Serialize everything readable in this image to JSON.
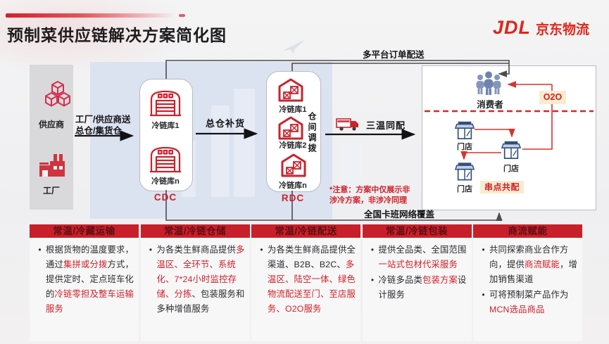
{
  "page": {
    "title": "预制菜供应链解决方案简化图"
  },
  "logo": {
    "jdl": "JDL",
    "name": "京东物流"
  },
  "flow": {
    "supplier_label": "供应商",
    "factory_label": "工厂",
    "arrow1_line1": "工厂/供应商送",
    "arrow1_line2": "总仓/集货仓",
    "cdc": {
      "label": "CDC",
      "warehouses": [
        "冷链库1",
        "冷链库n"
      ]
    },
    "arrow2_label": "总仓补货",
    "rdc": {
      "label": "RDC",
      "warehouses": [
        "冷链库1",
        "冷链库2",
        "冷链库n"
      ],
      "transfer_label": "仓间调拨"
    },
    "arrow3_label": "三温同配",
    "top_route_label": "多平台订单配送",
    "bottom_route_label": "全国卡班网络覆盖",
    "note_line1": "*注意：方案中仅展示非",
    "note_line2": "涉冷方案，非涉冷同理",
    "consumer_label": "消费者",
    "o2o_label": "O2O",
    "store1_label": "门店",
    "store2_label": "门店",
    "store3_label": "门店",
    "multi_stop_label": "串点共配"
  },
  "colors": {
    "brand_red": "#e1251b",
    "header_red": "#c8202b",
    "highlight_red": "#d02028",
    "panel_blue": "#dbe2f0",
    "store_blue": "#2f4f7d"
  },
  "services": {
    "columns": [
      {
        "title": "常温/冷藏运输",
        "bullets": [
          [
            {
              "t": "根据货物的温度要求，通过"
            },
            {
              "t": "集拼或分拨",
              "r": 1
            },
            {
              "t": "方式，提供定时、定点班车化的"
            },
            {
              "t": "冷链零担及整车运输服务",
              "r": 1
            }
          ]
        ]
      },
      {
        "title": "常温/冷链仓储",
        "bullets": [
          [
            {
              "t": "为各类生鲜商品提供"
            },
            {
              "t": "多温区、全环节、系统化、7*24小时监控存储、分拣",
              "r": 1
            },
            {
              "t": "、包装服务和多种增值服务"
            }
          ]
        ]
      },
      {
        "title": "常温/冷链配送",
        "bullets": [
          [
            {
              "t": "为各类生鲜商品提供全渠道、B2B、B2C、"
            },
            {
              "t": "多温区、陆空一体、绿色物流配送至门、至店服务、O2O服务",
              "r": 1
            }
          ]
        ]
      },
      {
        "title": "常温/冷链包装",
        "bullets": [
          [
            {
              "t": "提供全品类、全国范围"
            },
            {
              "t": "一站式包材代采服务",
              "r": 1
            }
          ],
          [
            {
              "t": "冷链多品类"
            },
            {
              "t": "包装方案",
              "r": 1
            },
            {
              "t": "设计服务"
            }
          ]
        ]
      },
      {
        "title": "商流赋能",
        "bullets": [
          [
            {
              "t": "共同探索商业合作方向，提供"
            },
            {
              "t": "商流赋能",
              "r": 1
            },
            {
              "t": "，增加销售渠道"
            }
          ],
          [
            {
              "t": "可将预制菜产品作为"
            },
            {
              "t": "MCN选品商品",
              "r": 1
            }
          ]
        ]
      }
    ]
  }
}
